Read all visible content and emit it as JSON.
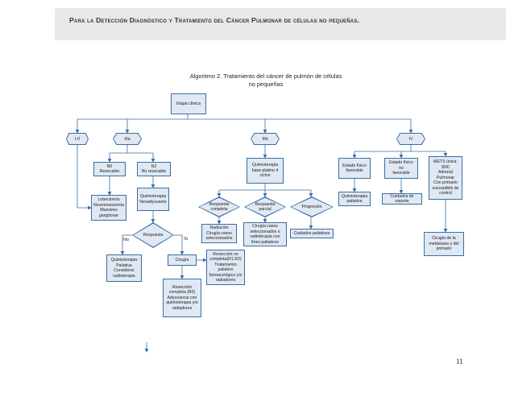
{
  "header": {
    "text": "Para la Detección Diagnóstico y Tratamiento del Cáncer Pulmonar de células no pequeñas."
  },
  "title": {
    "line1": "Algoritmo 2. Tratamiento del cáncer de pulmón de células",
    "line2": "no pequeñas"
  },
  "nodes": {
    "etapa": "Etapa clínica",
    "i_ii": "I-II",
    "iiia": "IIIa",
    "iiib": "IIIb",
    "iv": "IV",
    "n0": "N0\nResecable",
    "n2": "N2\nNo resecable",
    "lobectomia": "Lobectomía\nNeumonectomía\nMuestreo\nganglionar",
    "qt_neoadyuvante": "Quimioterapia\nNeoadyuvante",
    "respuesta": "Respuesta",
    "no": "No",
    "si": "Si",
    "qt_paliativa": "Quimioterapia\nPaliativa\nConsiderar\nradioterapia",
    "cirugia": "Cirugía",
    "reseccion_no_completa": "Resección no\ncompleta(R1,R2)\nTratamiento\npaliativo\nfarmacológico y/o\nradiadores",
    "reseccion_completa": "Resección\ncompleta (R0)\nAdyuvancia con\nquimioterapia y/o\nradiadores",
    "qt_platino": "Quimioterapia\nbase platino 4\nciclos",
    "resp_completa": "Respuesta\ncompleta",
    "resp_parcial": "Respuesta\nparcial",
    "progresion": "Progresión",
    "radiacion": "Radiación\nCirugía casos\nseleccionados",
    "cirugia_casos": "Cirugía casos\nseleccionados o\nradioterapia con\nfines paliativos",
    "cuidados_paliativos": "Cuidados paliativos",
    "estado_favorable": "Estado físico\nfavorable",
    "estado_no_favorable": "Estado físico no\nfavorable",
    "mets": "METS única:\nSNC\nAdrenal\nPulmonar\nCon primario\nsusceptible de\ncontrol",
    "qt_paliativa_iv": "Quimioterapia\npaliativa",
    "cuidados_soporte": "Cuidados de soporte",
    "cirugia_metastasis": "Cirugía de la\nmetástasis y del\nprimario"
  },
  "page_number": "11",
  "colors": {
    "box_fill": "#dfe8f3",
    "box_border": "#3a6ea5",
    "line": "#3a6ea5"
  }
}
